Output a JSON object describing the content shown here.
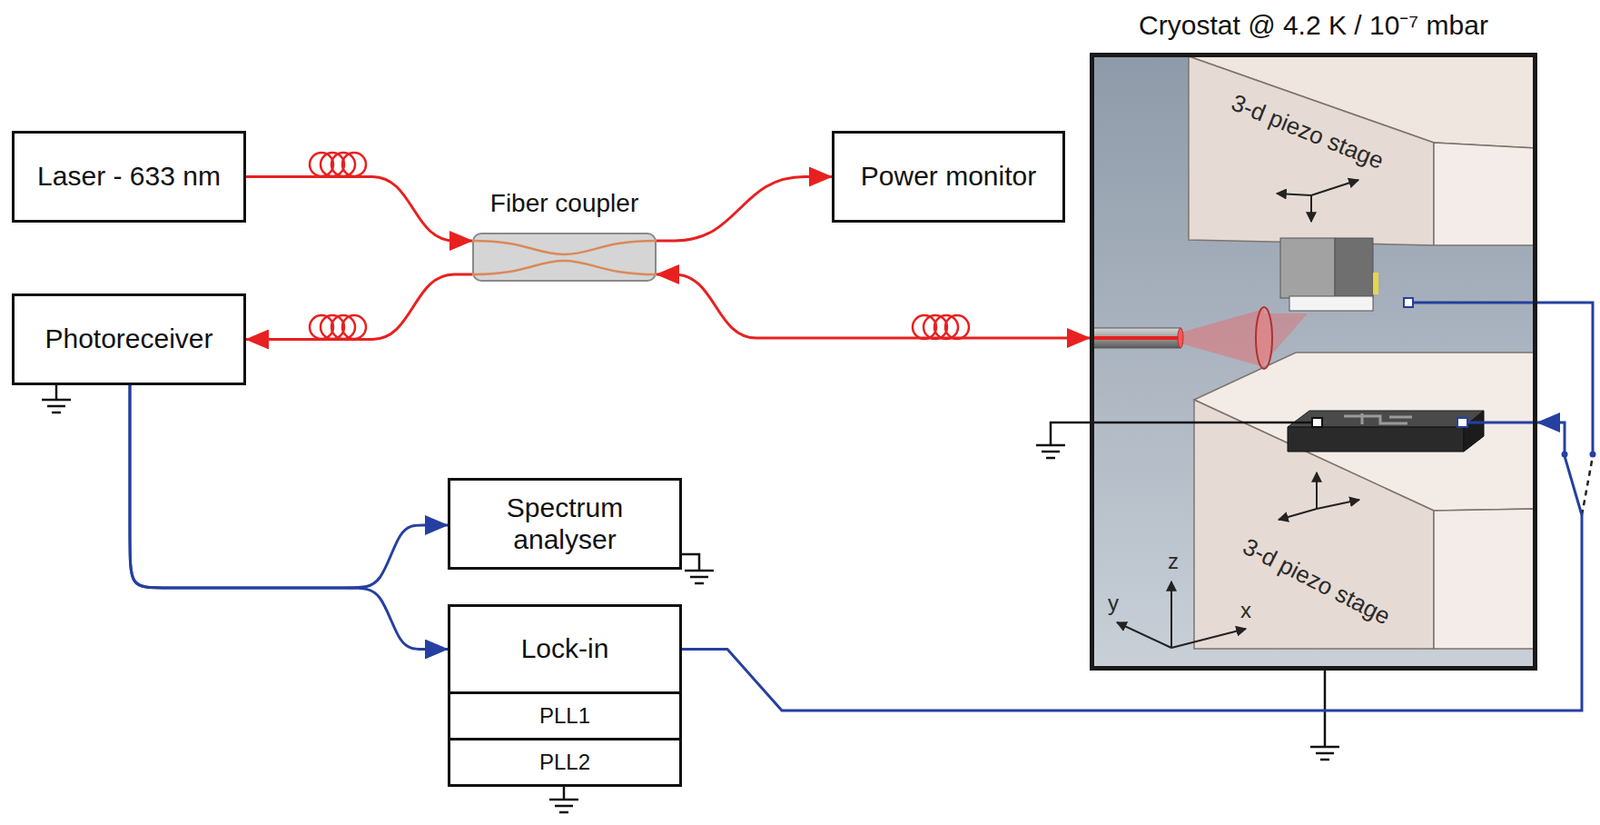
{
  "diagram": {
    "nodes": [
      {
        "text": [
          "Laser - 633 nm"
        ]
      },
      {
        "text": [
          "Fiber coupler"
        ]
      },
      {
        "text": [
          "Power monitor"
        ]
      },
      {
        "text": [
          "Photoreceiver"
        ]
      },
      {
        "text": [
          "Spectrum analyser"
        ]
      },
      {
        "text": [
          "Lock-in"
        ]
      },
      {
        "text": [
          "PLL1"
        ]
      },
      {
        "text": [
          "PLL2"
        ]
      },
      {
        "text": [
          "Cryostat @ 4.2 K / 10⁻⁷ mbar"
        ]
      }
    ],
    "edges": [
      {
        "from": 0,
        "to": 1,
        "arrow": "to"
      },
      {
        "from": 1,
        "to": 2,
        "arrow": "to"
      },
      {
        "from": 1,
        "to": 3,
        "arrow": "to"
      },
      {
        "from": 1,
        "to": 8,
        "arrow": "both"
      },
      {
        "from": 3,
        "to": 4,
        "arrow": "to"
      },
      {
        "from": 3,
        "to": 5,
        "arrow": "to"
      },
      {
        "from": 5,
        "to": 8,
        "arrow": "to"
      }
    ],
    "labels": [
      "3-d piezo stage",
      "3-d piezo stage",
      "z",
      "y",
      "x"
    ]
  }
}
